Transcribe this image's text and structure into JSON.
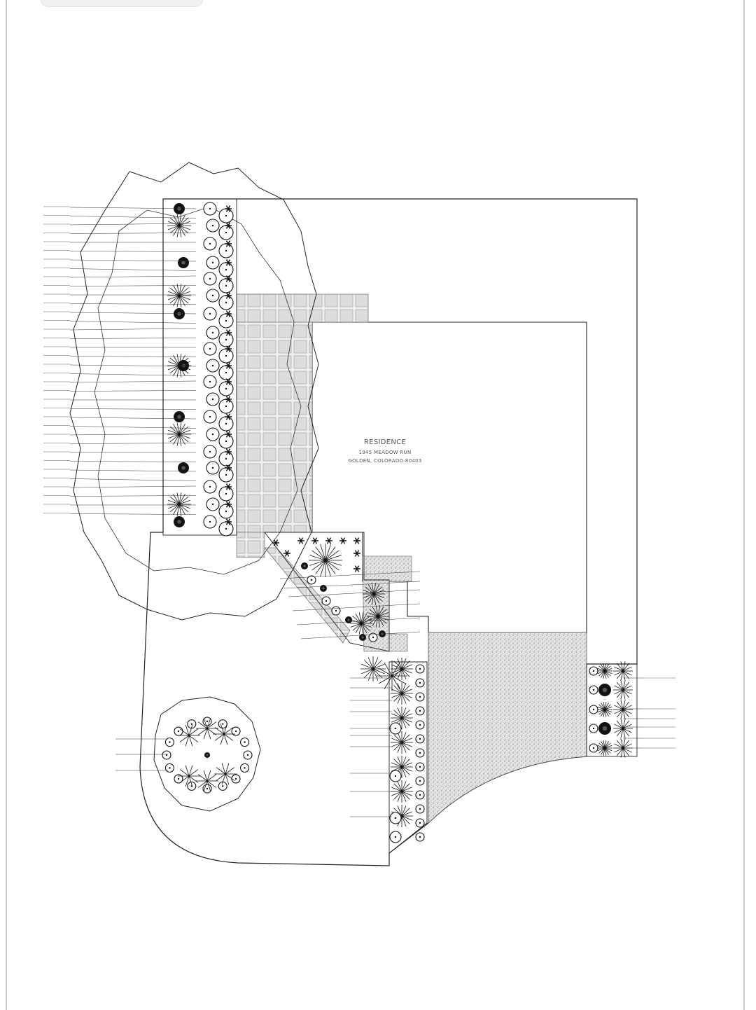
{
  "viewer": {
    "accent": "#000000",
    "page_border_color": "#bbbbbb"
  },
  "plan": {
    "residence_title": "RESIDENCE",
    "address_line1": "1945 MEADOW RUN",
    "address_line2": "GOLDEN, COLORADO 80403",
    "line_color": "#222222",
    "paving_color": "#d9d9d9",
    "gravel_color": "#c8c8c8"
  },
  "icons": [
    "tree-canopy-icon",
    "shrub-icon",
    "perennial-icon",
    "grass-icon"
  ]
}
